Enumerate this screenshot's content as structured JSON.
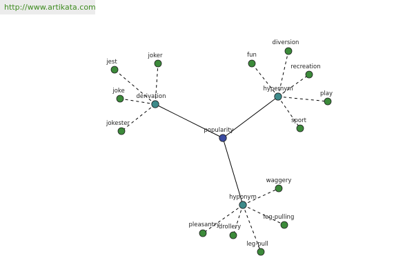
{
  "header": {
    "source_url": "http://www.artikata.com"
  },
  "colors": {
    "root": "#3a4aa0",
    "relation": "#3d8a8a",
    "leaf": "#3c8a3a",
    "edge": "#000000"
  },
  "graph": {
    "root": {
      "id": "popularity",
      "label": "popularity"
    },
    "relations": [
      {
        "id": "derivation",
        "label": "derivation",
        "terms": [
          {
            "id": "jest",
            "label": "jest"
          },
          {
            "id": "joker",
            "label": "joker"
          },
          {
            "id": "joke",
            "label": "joke"
          },
          {
            "id": "jokester",
            "label": "jokester"
          }
        ]
      },
      {
        "id": "hypernym",
        "label": "hypernym",
        "terms": [
          {
            "id": "fun",
            "label": "fun"
          },
          {
            "id": "diversion",
            "label": "diversion"
          },
          {
            "id": "recreation",
            "label": "recreation"
          },
          {
            "id": "play",
            "label": "play"
          },
          {
            "id": "sport",
            "label": "sport"
          }
        ]
      },
      {
        "id": "hyponym",
        "label": "hyponym",
        "terms": [
          {
            "id": "waggery",
            "label": "waggery"
          },
          {
            "id": "leg-pulling",
            "label": "leg-pulling"
          },
          {
            "id": "pleasantry",
            "label": "pleasantry"
          },
          {
            "id": "drollery",
            "label": "drollery"
          },
          {
            "id": "leg-pull",
            "label": "leg-pull"
          }
        ]
      }
    ]
  }
}
